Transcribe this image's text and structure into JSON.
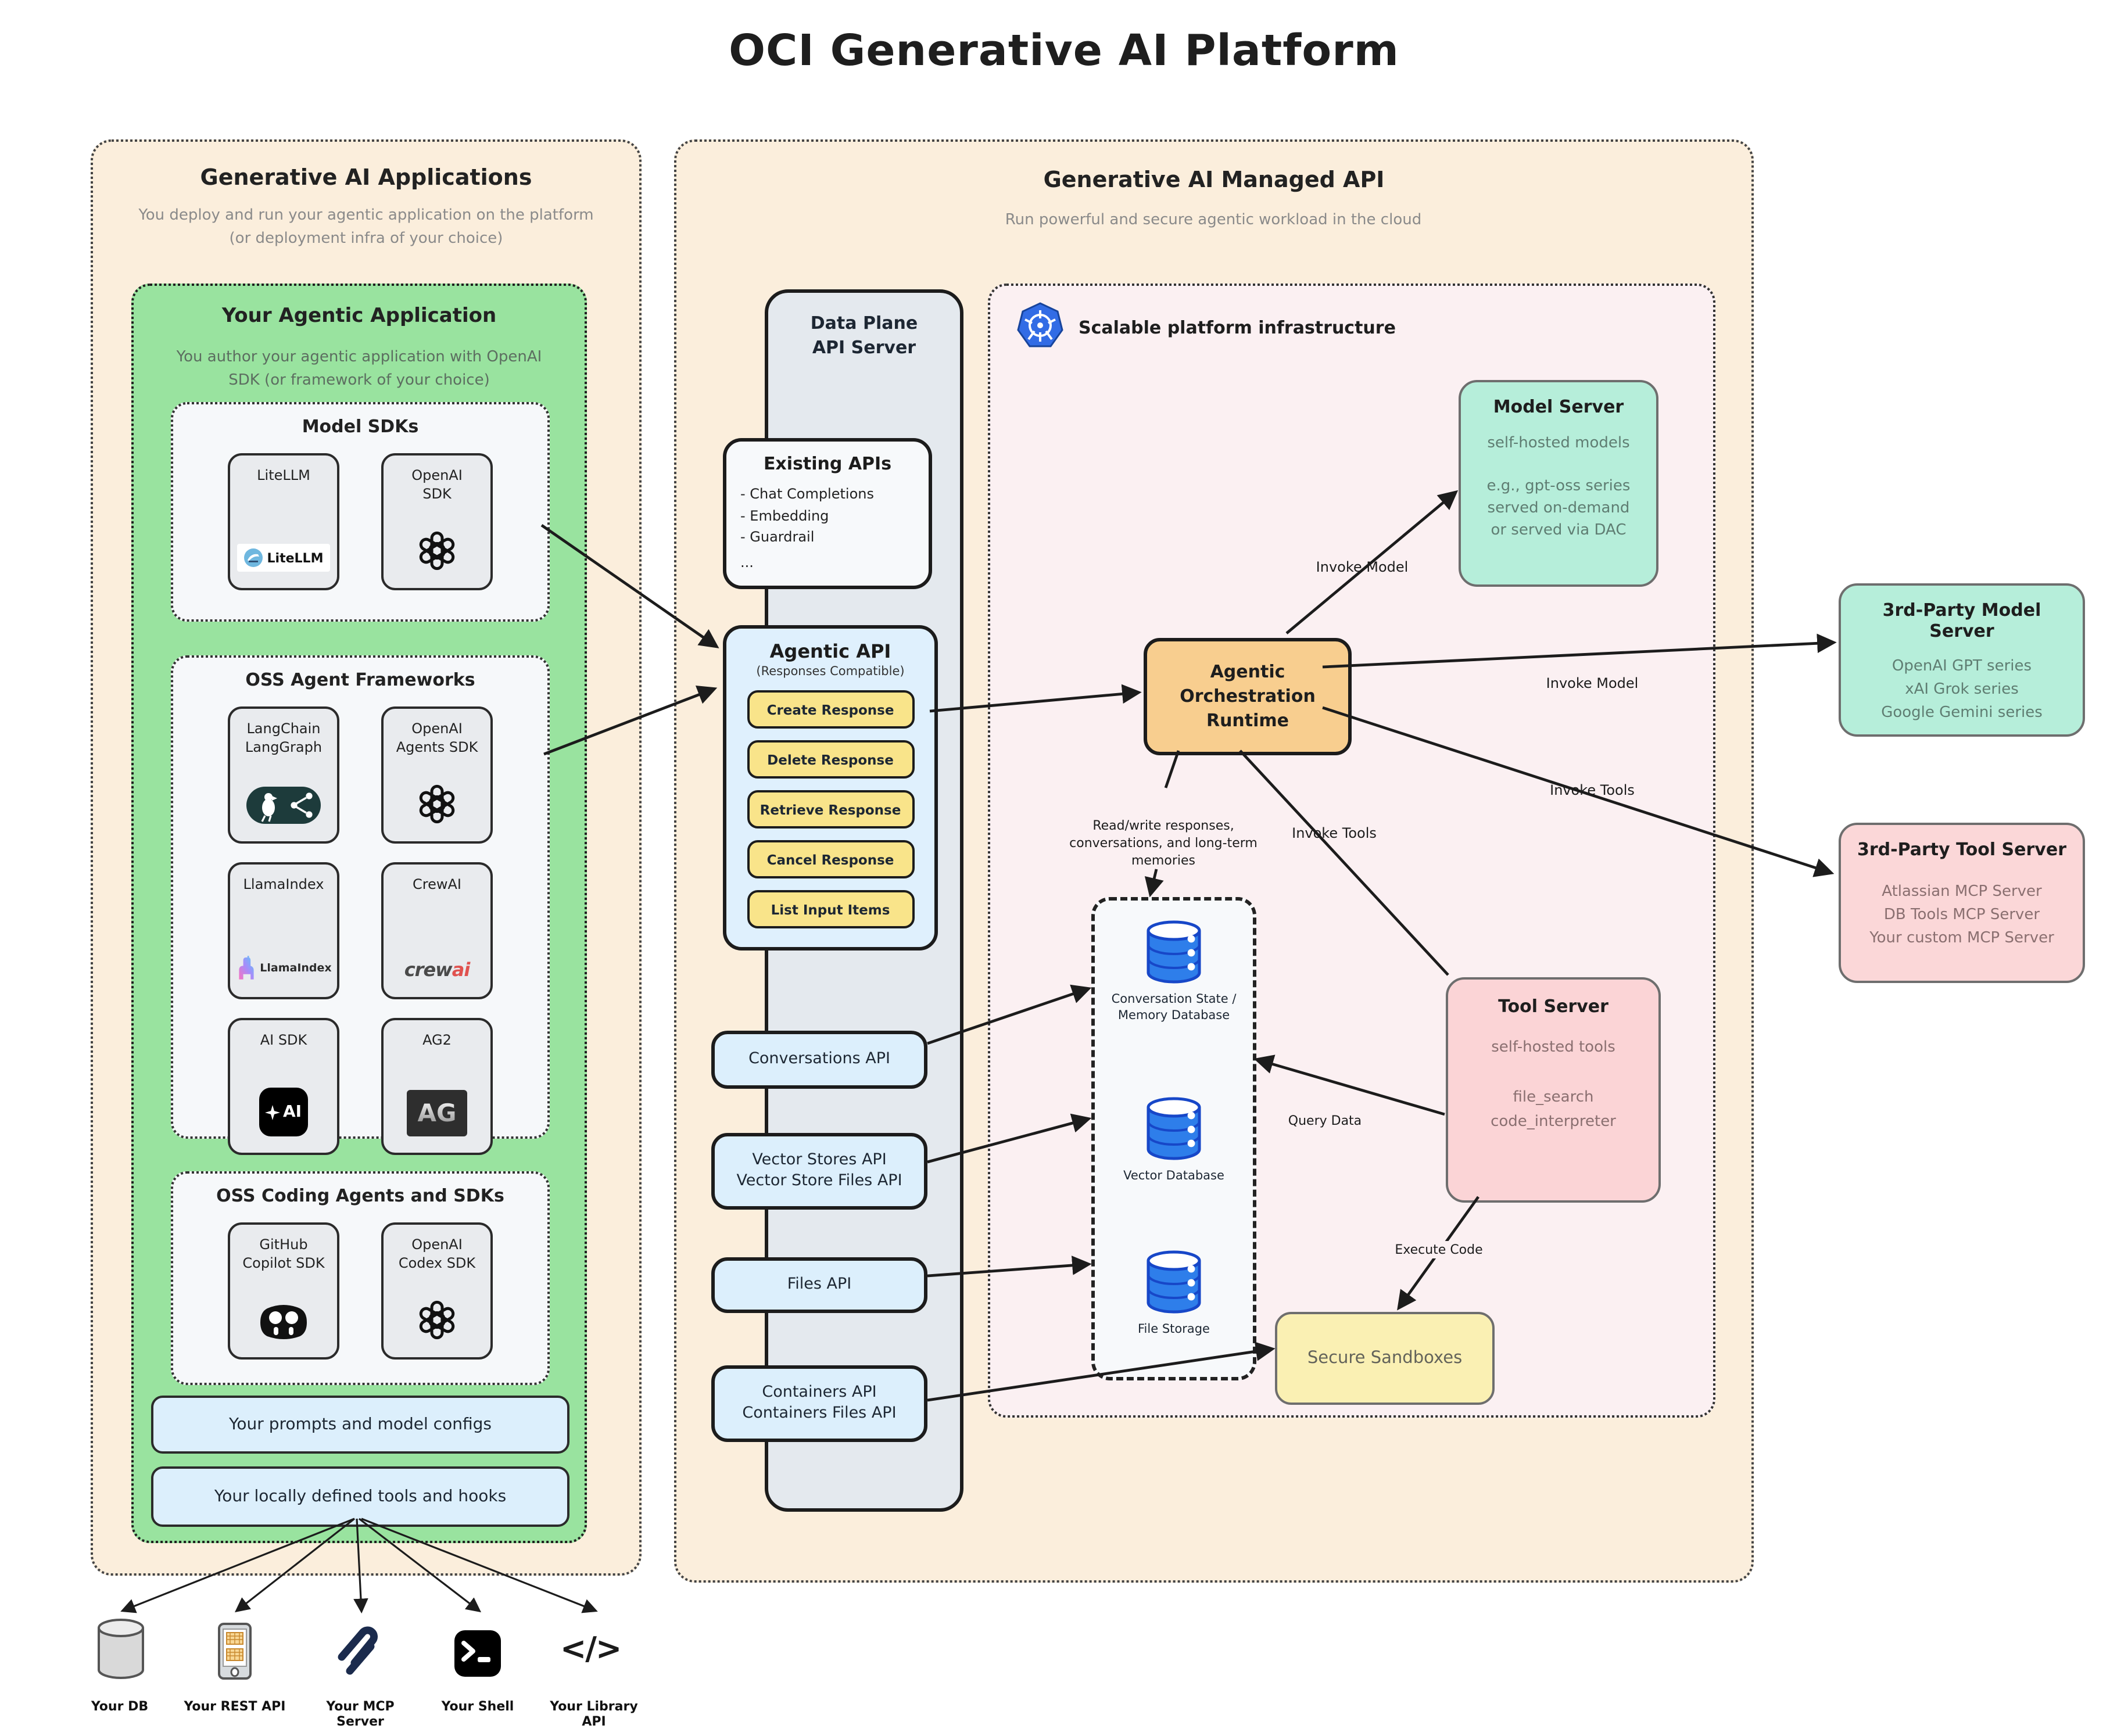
{
  "title": "OCI Generative AI Platform",
  "left_panel": {
    "header": "Generative AI Applications",
    "subtitle": "You deploy and run your agentic application on the platform (or deployment infra of your choice)",
    "agentic_app": {
      "header": "Your Agentic Application",
      "subtitle": "You author your agentic application with OpenAI SDK (or framework of your choice)",
      "model_sdks": {
        "title": "Model SDKs",
        "litellm_label": "LiteLLM",
        "litellm_logo_text": "LiteLLM",
        "openai_sdk_label": "OpenAI SDK"
      },
      "oss_frameworks": {
        "title": "OSS Agent Frameworks",
        "tiles": [
          {
            "label": "LangChain LangGraph"
          },
          {
            "label": "OpenAI Agents SDK"
          },
          {
            "label": "LlamaIndex",
            "logo_text": "LlamaIndex"
          },
          {
            "label": "CrewAI",
            "logo_text_1": "crew",
            "logo_text_2": "ai"
          },
          {
            "label": "AI SDK",
            "logo_text": "AI"
          },
          {
            "label": "AG2",
            "logo_text": "AG"
          }
        ]
      },
      "oss_coding": {
        "title": "OSS Coding Agents and SDKs",
        "tiles": [
          {
            "label": "GitHub Copilot SDK"
          },
          {
            "label": "OpenAI Codex SDK"
          }
        ]
      },
      "bars": [
        {
          "label": "Your prompts and model configs"
        },
        {
          "label": "Your locally defined tools and hooks"
        }
      ]
    },
    "external_resources": [
      {
        "label": "Your DB"
      },
      {
        "label": "Your REST API"
      },
      {
        "label": "Your MCP Server"
      },
      {
        "label": "Your Shell"
      },
      {
        "label": "Your Library API"
      }
    ]
  },
  "right_panel": {
    "header": "Generative AI Managed API",
    "subtitle": "Run powerful and secure agentic workload in the cloud",
    "data_plane": {
      "title": "Data Plane API Server",
      "existing_apis": {
        "title": "Existing APIs",
        "items": [
          "- Chat Completions",
          "- Embedding",
          "- Guardrail",
          "..."
        ]
      },
      "agentic_api": {
        "title": "Agentic API",
        "subtitle": "(Responses Compatible)",
        "buttons": [
          {
            "label": "Create Response"
          },
          {
            "label": "Delete Response"
          },
          {
            "label": "Retrieve Response"
          },
          {
            "label": "Cancel Response"
          },
          {
            "label": "List Input Items"
          }
        ]
      },
      "api_pills": [
        {
          "line1": "Conversations API",
          "line2": ""
        },
        {
          "line1": "Vector Stores API",
          "line2": "Vector Store Files API"
        },
        {
          "line1": "Files API",
          "line2": ""
        },
        {
          "line1": "Containers API",
          "line2": "Containers Files API"
        }
      ]
    },
    "infrastructure": {
      "title": "Scalable platform infrastructure",
      "model_server": {
        "title": "Model Server",
        "desc1": "self-hosted models",
        "desc2": "e.g., gpt-oss series served on-demand or served via DAC"
      },
      "orchestration": {
        "title": "Agentic Orchestration Runtime"
      },
      "databases": [
        {
          "label": "Conversation State / Memory Database"
        },
        {
          "label": "Vector Database"
        },
        {
          "label": "File Storage"
        }
      ],
      "tool_server": {
        "title": "Tool Server",
        "desc1": "self-hosted tools",
        "desc2": "file_search",
        "desc3": "code_interpreter"
      },
      "sandboxes": {
        "label": "Secure Sandboxes"
      }
    },
    "third_party_model_server": {
      "title": "3rd-Party Model Server",
      "lines": [
        "OpenAI GPT series",
        "xAI Grok series",
        "Google Gemini series"
      ]
    },
    "third_party_tool_server": {
      "title": "3rd-Party Tool Server",
      "lines": [
        "Atlassian MCP Server",
        "DB Tools MCP Server",
        "Your custom MCP Server"
      ]
    },
    "edge_labels": {
      "invoke_model_internal": "Invoke Model",
      "invoke_model_external": "Invoke Model",
      "invoke_tools_internal": "Invoke Tools",
      "invoke_tools_external": "Invoke Tools",
      "read_write": "Read/write responses, conversations, and long-term memories",
      "query_data": "Query Data",
      "execute_code": "Execute Code"
    }
  },
  "colors": {
    "panel_bg": "#FBEEDC",
    "green_bg": "#99E39F",
    "pink_zone_bg": "#FBF0F2",
    "blue_pill": "#DCEFFC",
    "yellow_button": "#F9E48A",
    "teal_box": "#B6EEDA",
    "pink_box": "#FBD4D6",
    "orange_box": "#F8CE8F",
    "sandbox_yellow": "#FAF0B3",
    "db_blue": "#2E7EEA",
    "kubernetes_blue": "#326CE5"
  }
}
